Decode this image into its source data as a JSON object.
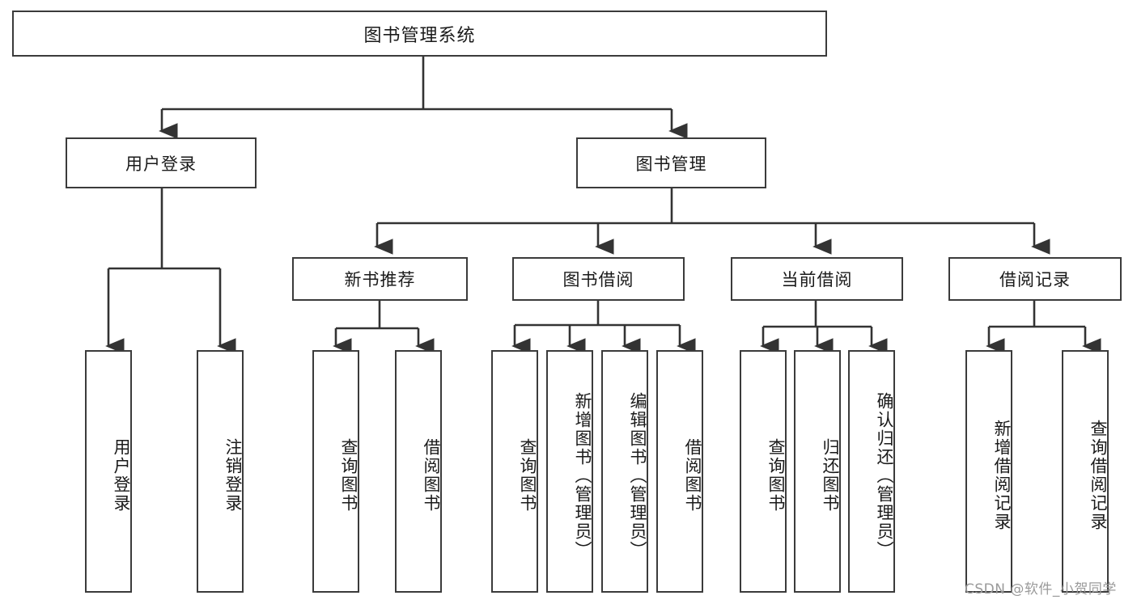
{
  "diagram": {
    "title": "图书管理系统",
    "type": "tree-hierarchy-functional-decomposition",
    "colors": {
      "box_stroke": "#3b3b3b",
      "box_fill": "#ffffff",
      "line": "#333333",
      "text": "#1a1a1a",
      "watermark": "#9a9a9a",
      "background": "#ffffff"
    },
    "root": {
      "label": "图书管理系统"
    },
    "level2": [
      {
        "label": "用户登录"
      },
      {
        "label": "图书管理"
      }
    ],
    "level3": [
      {
        "label": "新书推荐"
      },
      {
        "label": "图书借阅"
      },
      {
        "label": "当前借阅"
      },
      {
        "label": "借阅记录"
      }
    ],
    "leaves": {
      "user_login": [
        {
          "label": "用户登录"
        },
        {
          "label": "注销登录"
        }
      ],
      "new_book_recommend": [
        {
          "label": "查询图书"
        },
        {
          "label": "借阅图书"
        }
      ],
      "book_borrow": [
        {
          "label": "查询图书"
        },
        {
          "label": "新增图书（管理员）"
        },
        {
          "label": "编辑图书（管理员）"
        },
        {
          "label": "借阅图书"
        }
      ],
      "current_borrow": [
        {
          "label": "查询图书"
        },
        {
          "label": "归还图书"
        },
        {
          "label": "确认归还（管理员）"
        }
      ],
      "borrow_records": [
        {
          "label": "新增借阅记录"
        },
        {
          "label": "查询借阅记录"
        }
      ]
    },
    "watermark": "CSDN @软件_小贺同学"
  }
}
